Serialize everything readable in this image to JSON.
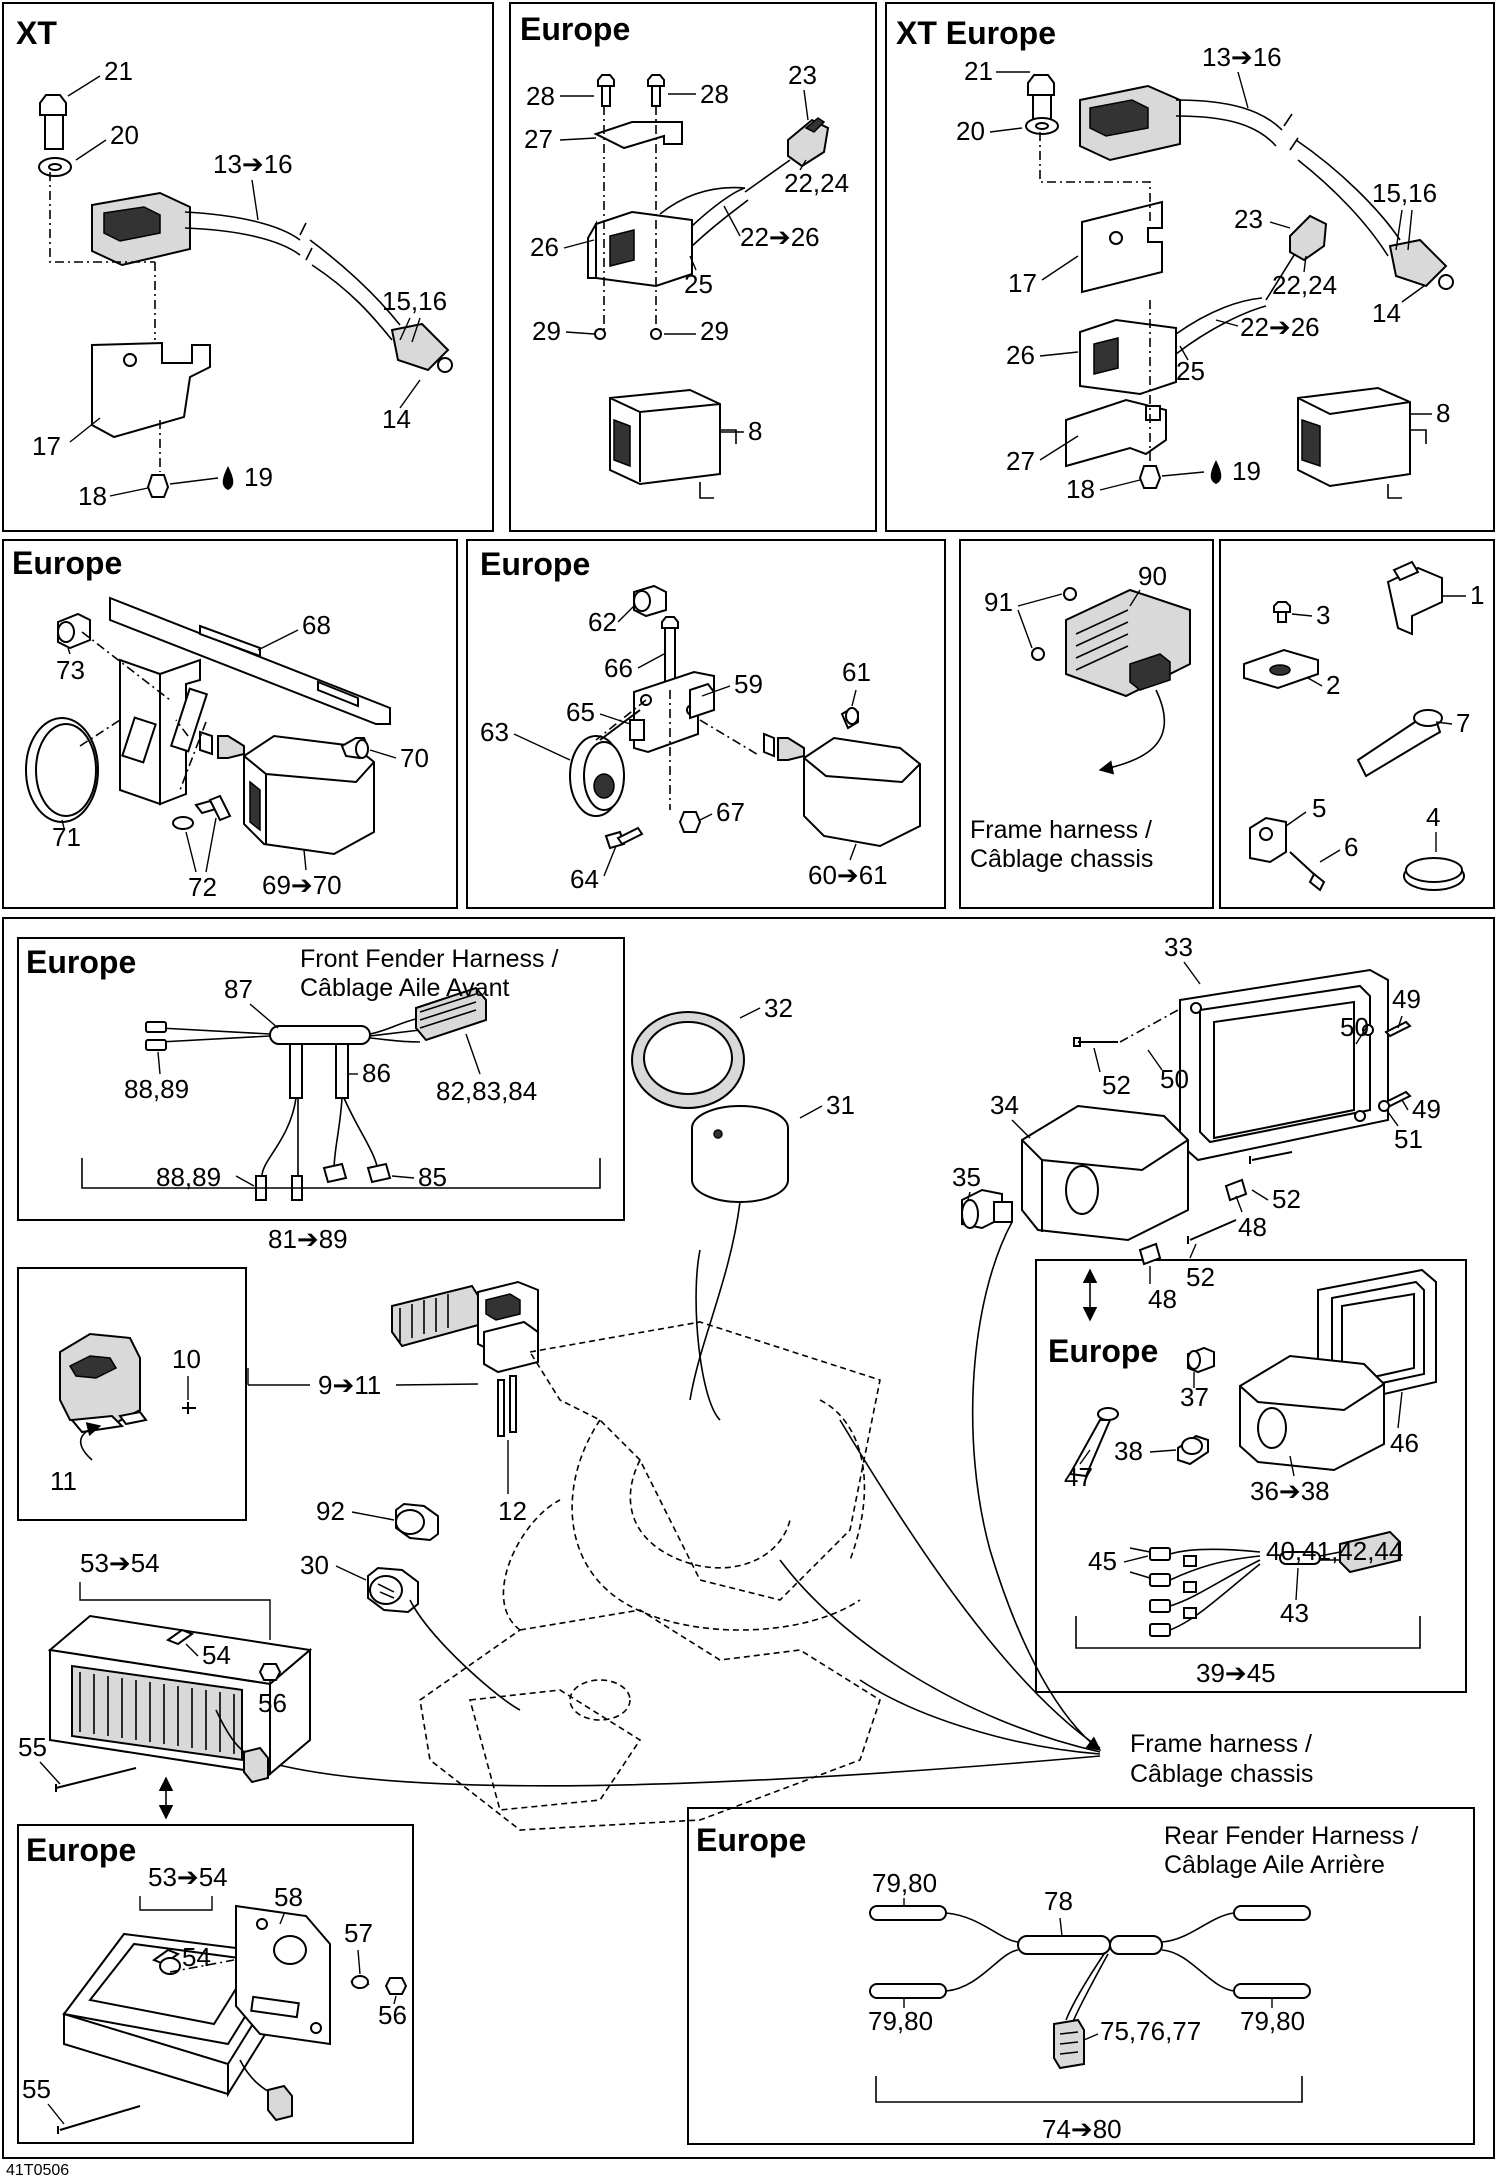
{
  "panels": {
    "xt": "XT",
    "europe_a": "Europe",
    "xt_europe": "XT Europe",
    "europe_b": "Europe",
    "europe_c": "Europe",
    "europe_front_fender": "Europe",
    "europe_taillight": "Europe",
    "europe_rear_fender": "Europe",
    "europe_headlight": "Europe"
  },
  "captions": {
    "frame_harness_small_1": "Frame harness /",
    "frame_harness_small_2": "Câblage chassis",
    "front_fender_1": "Front Fender Harness /",
    "front_fender_2": "Câblage Aile Avant",
    "frame_harness_main_1": "Frame harness /",
    "frame_harness_main_2": "Câblage chassis",
    "rear_fender_1": "Rear Fender Harness /",
    "rear_fender_2": "Câblage Aile Arrière"
  },
  "drawing_code": "41T0506",
  "labels": {
    "xt": [
      "21",
      "20",
      "13➔16",
      "15,16",
      "14",
      "17",
      "18",
      "19"
    ],
    "europe_a": [
      "28",
      "28",
      "27",
      "23",
      "22,24",
      "22➔26",
      "26",
      "25",
      "29",
      "29",
      "8"
    ],
    "xt_europe": [
      "21",
      "13➔16",
      "20",
      "15,16",
      "23",
      "17",
      "22,24",
      "14",
      "22➔26",
      "26",
      "25",
      "8",
      "27",
      "18",
      "19"
    ],
    "europe_b": [
      "68",
      "73",
      "70",
      "71",
      "72",
      "69➔70"
    ],
    "europe_c": [
      "62",
      "66",
      "59",
      "61",
      "65",
      "63",
      "67",
      "64",
      "60➔61"
    ],
    "regulator": [
      "90",
      "91"
    ],
    "hardware": [
      "1",
      "3",
      "2",
      "7",
      "5",
      "6",
      "4"
    ],
    "front_fender": [
      "87",
      "86",
      "88,89",
      "82,83,84",
      "88,89",
      "85",
      "81➔89"
    ],
    "main": [
      "32",
      "31",
      "33",
      "49",
      "50",
      "50",
      "52",
      "49",
      "51",
      "34",
      "35",
      "52",
      "48",
      "52",
      "48",
      "9➔11",
      "10",
      "11",
      "12",
      "92",
      "30",
      "53➔54",
      "54",
      "56",
      "55"
    ],
    "headlight_europe": [
      "37",
      "46",
      "47",
      "38",
      "36➔38",
      "45",
      "40,41,42,44",
      "43",
      "39➔45"
    ],
    "taillight_europe": [
      "53➔54",
      "58",
      "57",
      "54",
      "56",
      "55"
    ],
    "rear_fender": [
      "79,80",
      "78",
      "79,80",
      "75,76,77",
      "79,80",
      "74➔80"
    ]
  }
}
